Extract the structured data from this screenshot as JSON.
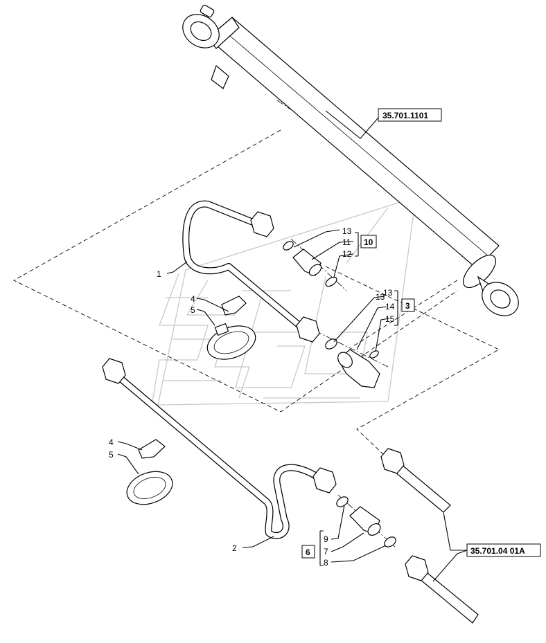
{
  "callouts": {
    "n1": "1",
    "n2": "2",
    "n3": "3",
    "n4a": "4",
    "n5a": "5",
    "n4b": "4",
    "n5b": "5",
    "n6": "6",
    "n7": "7",
    "n8": "8",
    "n9": "9",
    "n10": "10",
    "n11": "11",
    "n12": "12",
    "n13a": "13",
    "n13b": "13",
    "n13c": "13",
    "n14": "14",
    "n15": "15"
  },
  "references": {
    "cylinder": "35.701.1101",
    "rod": "35.701.04 01A"
  }
}
